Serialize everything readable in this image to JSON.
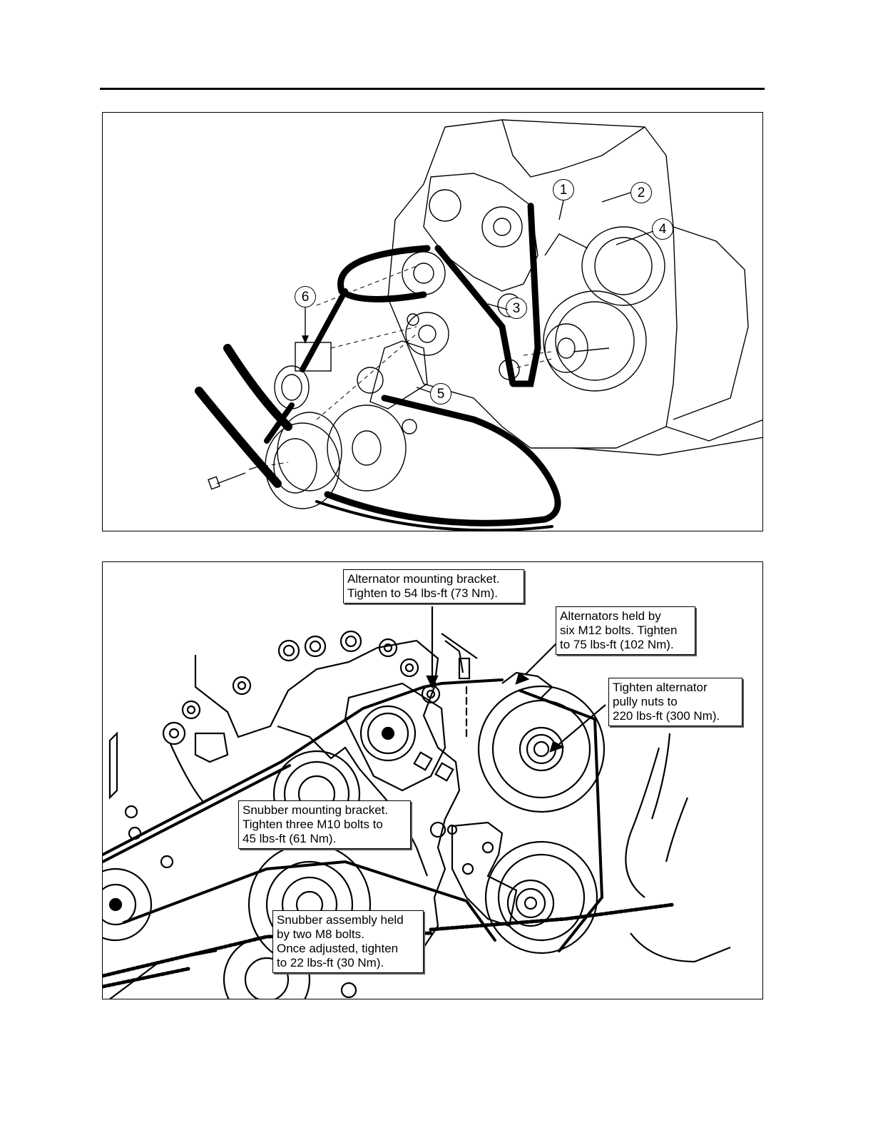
{
  "figure1": {
    "callout_numbers": [
      "1",
      "2",
      "3",
      "4",
      "5",
      "6"
    ]
  },
  "figure2": {
    "callouts": {
      "alt_bracket": "Alternator mounting bracket.\nTighten to 54 lbs-ft (73 Nm).",
      "alt_bolts": "Alternators held by\nsix M12 bolts. Tighten\nto 75 lbs-ft (102 Nm).",
      "pulley_nuts": "Tighten alternator\npully nuts to\n220 lbs-ft (300 Nm).",
      "snubber_bracket": "Snubber mounting bracket.\nTighten three M10 bolts to\n45 lbs-ft (61 Nm).",
      "snubber_assembly": "Snubber assembly held\nby two M8 bolts.\nOnce adjusted, tighten\n to 22 lbs-ft (30 Nm)."
    }
  }
}
